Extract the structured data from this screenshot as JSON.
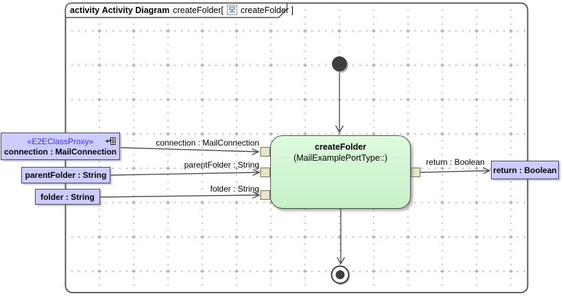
{
  "header": {
    "keyword": "activity",
    "diagram_type": "Activity Diagram",
    "name": "createFolder[",
    "icon": "activity-diagram-icon",
    "reference": "createFolder ]"
  },
  "activity": {
    "name": "createFolder",
    "port_type": "(MailExamplePortType::)"
  },
  "proxy_box": {
    "stereotype": "«E2EClassProxy»",
    "name": "connection : MailConnection",
    "icon": "proxy-link-icon"
  },
  "boxes": {
    "parent_folder": "parentFolder : String",
    "folder": "folder : String",
    "return": "return : Boolean"
  },
  "edge_labels": {
    "connection": "connection : MailConnection",
    "parent_folder": "parentFolder : String",
    "folder": "folder : String",
    "return": "return : Boolean"
  },
  "colors": {
    "frame_border": "#4b4b4b",
    "grid_dot": "#8f8f8f",
    "edge": "#4d4d4d",
    "activity_fill": "#cdf4cd",
    "activity_border": "#4e4e4e",
    "box_fill": "#ccccff",
    "box_border": "#46466e",
    "pin_fill": "#e9e5c9",
    "pin_border": "#80806a",
    "stereotype_text": "#3333ff",
    "node_dark": "#3f3f3f"
  }
}
